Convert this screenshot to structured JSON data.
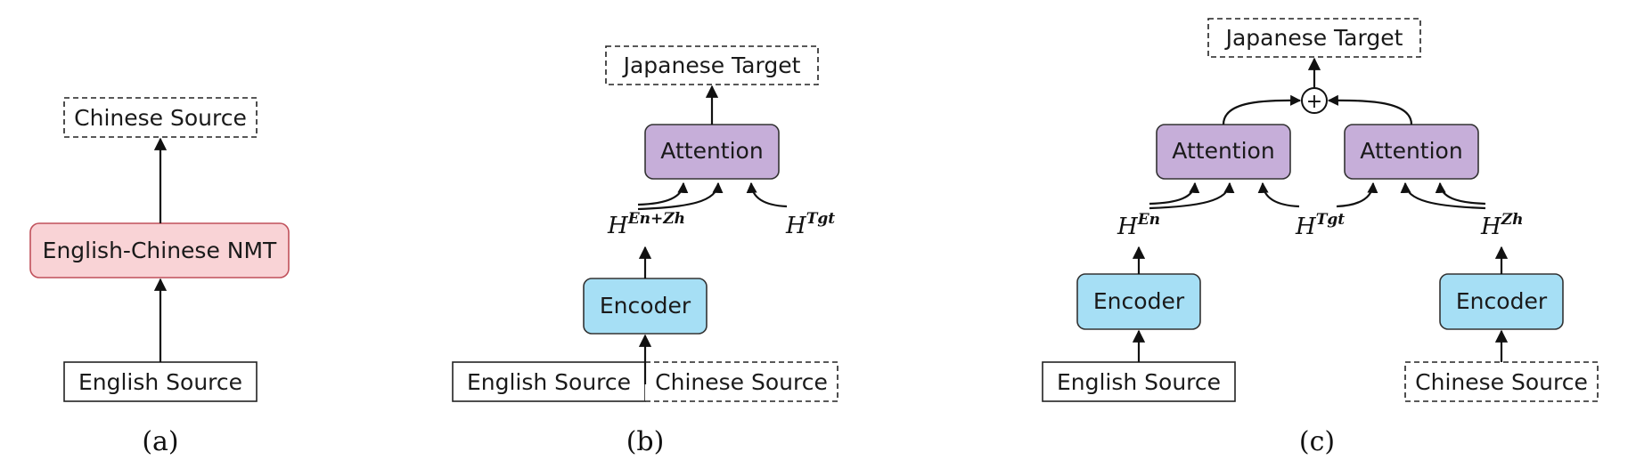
{
  "panels": {
    "a": {
      "caption": "(a)",
      "top_label": "Chinese Source",
      "model_label": "English-Chinese NMT",
      "input_label": "English Source"
    },
    "b": {
      "caption": "(b)",
      "target_label": "Japanese Target",
      "attention_label": "Attention",
      "encoder_label": "Encoder",
      "input_label_1": "English Source",
      "input_label_2": "Chinese Source",
      "hidden_combined": {
        "base": "H",
        "sup": "En+Zh"
      },
      "hidden_target": {
        "base": "H",
        "sup": "Tgt"
      }
    },
    "c": {
      "caption": "(c)",
      "target_label": "Japanese Target",
      "attention_left_label": "Attention",
      "attention_right_label": "Attention",
      "encoder_left_label": "Encoder",
      "encoder_right_label": "Encoder",
      "input_left_label": "English Source",
      "input_right_label": "Chinese Source",
      "hidden_en": {
        "base": "H",
        "sup": "En"
      },
      "hidden_target": {
        "base": "H",
        "sup": "Tgt"
      },
      "hidden_zh": {
        "base": "H",
        "sup": "Zh"
      },
      "combine_symbol": "+"
    }
  },
  "colors": {
    "nmt_fill": "#f9d3d6",
    "nmt_stroke": "#c0505a",
    "encoder_fill": "#a6dff5",
    "encoder_stroke": "#333333",
    "attention_fill": "#c6aed9",
    "attention_stroke": "#333333"
  }
}
